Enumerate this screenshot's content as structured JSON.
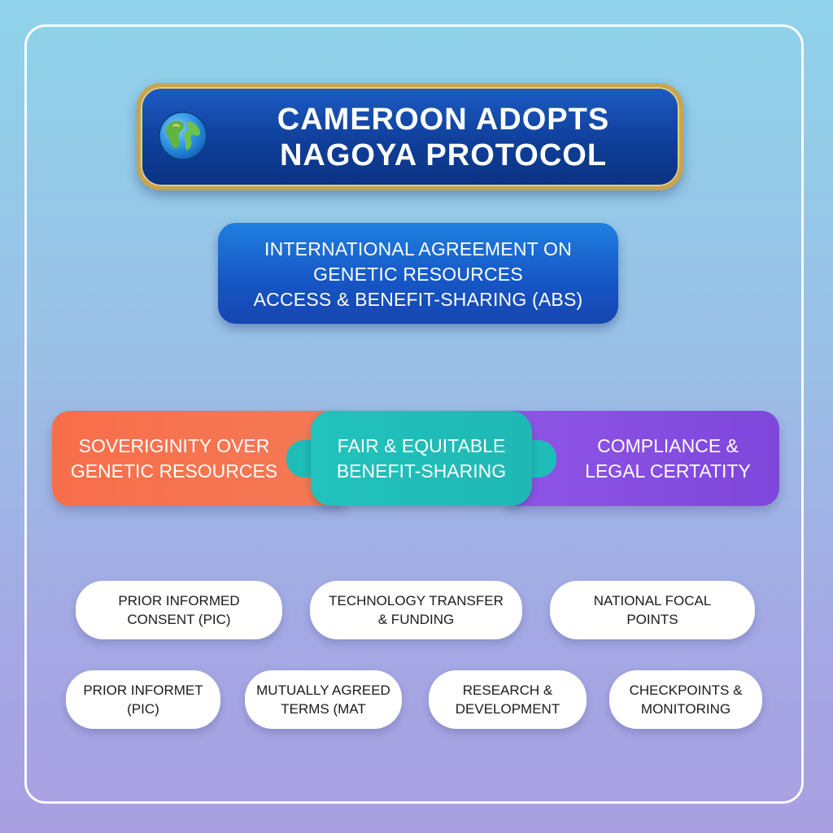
{
  "title": {
    "line1": "CAMEROON ADOPTS",
    "line2": "NAGOYA PROTOCOL"
  },
  "subtitle": {
    "line1": "INTERNATIONAL AGREEMENT ON",
    "line2": "GENETIC RESOURCES",
    "line3": "ACCESS & BENEFIT-SHARING (ABS)"
  },
  "pillars": {
    "left": {
      "line1": "SOVERIGINITY OVER",
      "line2": "GENETIC RESOURCES",
      "color": "#f47a55"
    },
    "middle": {
      "line1": "FAIR & EQUITABLE",
      "line2": "BENEFIT-SHARING",
      "color": "#22c3bd"
    },
    "right": {
      "line1": "COMPLIANCE &",
      "line2": "LEGAL CERTATITY",
      "color": "#8e55e6"
    }
  },
  "row1": [
    {
      "line1": "PRIOR INFORMED",
      "line2": "CONSENT (PIC)"
    },
    {
      "line1": "TECHNOLOGY TRANSFER",
      "line2": "& FUNDING"
    },
    {
      "line1": "NATIONAL FOCAL",
      "line2": "POINTS"
    }
  ],
  "row2": [
    {
      "line1": "PRIOR INFORMET",
      "line2": "(PIC)"
    },
    {
      "line1": "MUTUALLY AGREED",
      "line2": "TERMS (MAT"
    },
    {
      "line1": "RESEARCH &",
      "line2": "DEVELOPMENT"
    },
    {
      "line1": "CHECKPOINTS &",
      "line2": "MONITORING"
    }
  ],
  "icons": {
    "title_icon": "globe-icon"
  },
  "colors": {
    "banner": "#0f3f9a",
    "banner_border": "#c9a44a",
    "subtitle_box": "#1655c4"
  }
}
